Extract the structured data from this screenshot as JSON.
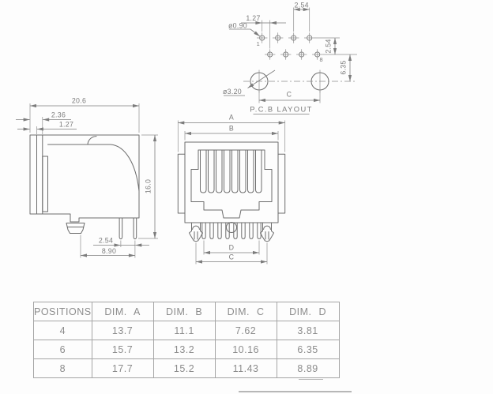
{
  "drawing": {
    "side_view": {
      "width": "20.6",
      "panel_offset": "2.36",
      "lip_offset": "1.27",
      "height": "16.0",
      "pin_pitch": "2.54",
      "tail_span": "8.90"
    },
    "front_view": {
      "dim_a": "A",
      "dim_b": "B",
      "dim_c": "C",
      "dim_d": "D"
    },
    "pcb_layout": {
      "title": "P.C.B LAYOUT",
      "hole_pitch": "2.54",
      "row_offset": "1.27",
      "hole_dia": "ø0.90",
      "row_gap": "2.54",
      "post_drop": "6.35",
      "post_dia": "ø3.20",
      "post_span": "C",
      "pin_first": "1",
      "pin_last": "8"
    }
  },
  "table": {
    "headers": [
      "POSITIONS",
      "DIM. A",
      "DIM. B",
      "DIM. C",
      "DIM. D"
    ],
    "rows": [
      [
        "4",
        "13.7",
        "11.1",
        "7.62",
        "3.81"
      ],
      [
        "6",
        "15.7",
        "13.2",
        "10.16",
        "6.35"
      ],
      [
        "8",
        "17.7",
        "15.2",
        "11.43",
        "8.89"
      ]
    ]
  }
}
